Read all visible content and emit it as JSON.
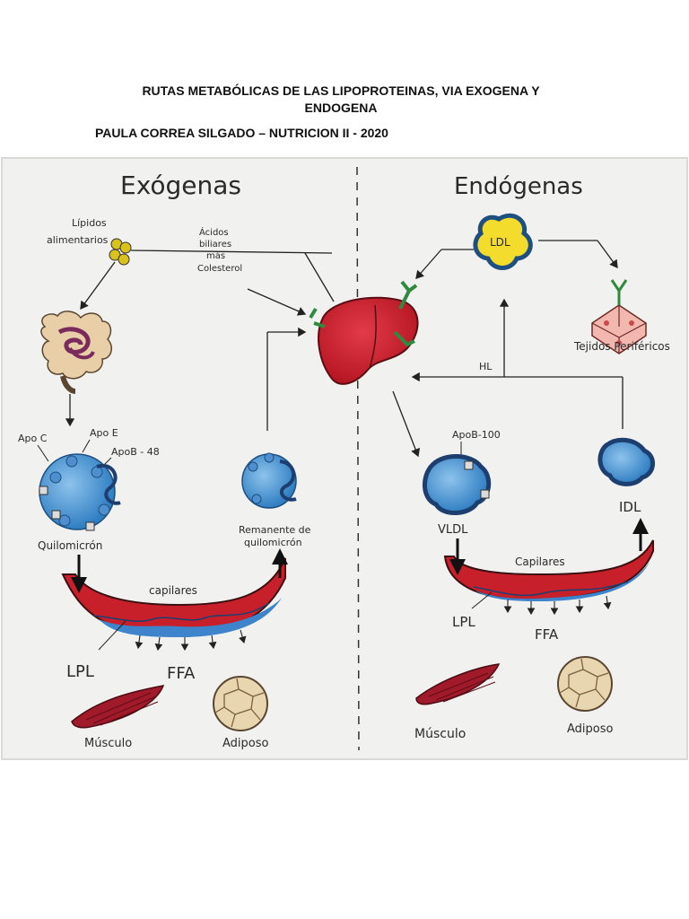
{
  "header": {
    "title": "RUTAS METABÓLICAS DE LAS LIPOPROTEINAS, VIA EXOGENA Y ENDOGENA",
    "author": "PAULA CORREA SILGADO – NUTRICION II - 2020"
  },
  "diagram": {
    "exogenous": {
      "heading": "Exógenas",
      "lipids_label": [
        "Lípidos",
        "alimentarios"
      ],
      "bile_label": [
        "Ácidos",
        "biliares",
        "más",
        "Colesterol"
      ],
      "apoc": "Apo C",
      "apoe": "Apo E",
      "apob48": "ApoB - 48",
      "chylomicron": "Quilomicrón",
      "remnant_label": [
        "Remanente de",
        "quilomicrón"
      ],
      "capillaries": "capilares",
      "lpl": "LPL",
      "ffa": "FFA",
      "muscle": "Músculo",
      "adipose": "Adiposo"
    },
    "endogenous": {
      "heading": "Endógenas",
      "ldl": "LDL",
      "peripheral": "Tejidos Periféricos",
      "hl": "HL",
      "apob100": "ApoB-100",
      "vldl": "VLDL",
      "idl": "IDL",
      "capillaries": "Capilares",
      "lpl": "LPL",
      "ffa": "FFA",
      "muscle": "Músculo",
      "adipose": "Adiposo"
    }
  }
}
